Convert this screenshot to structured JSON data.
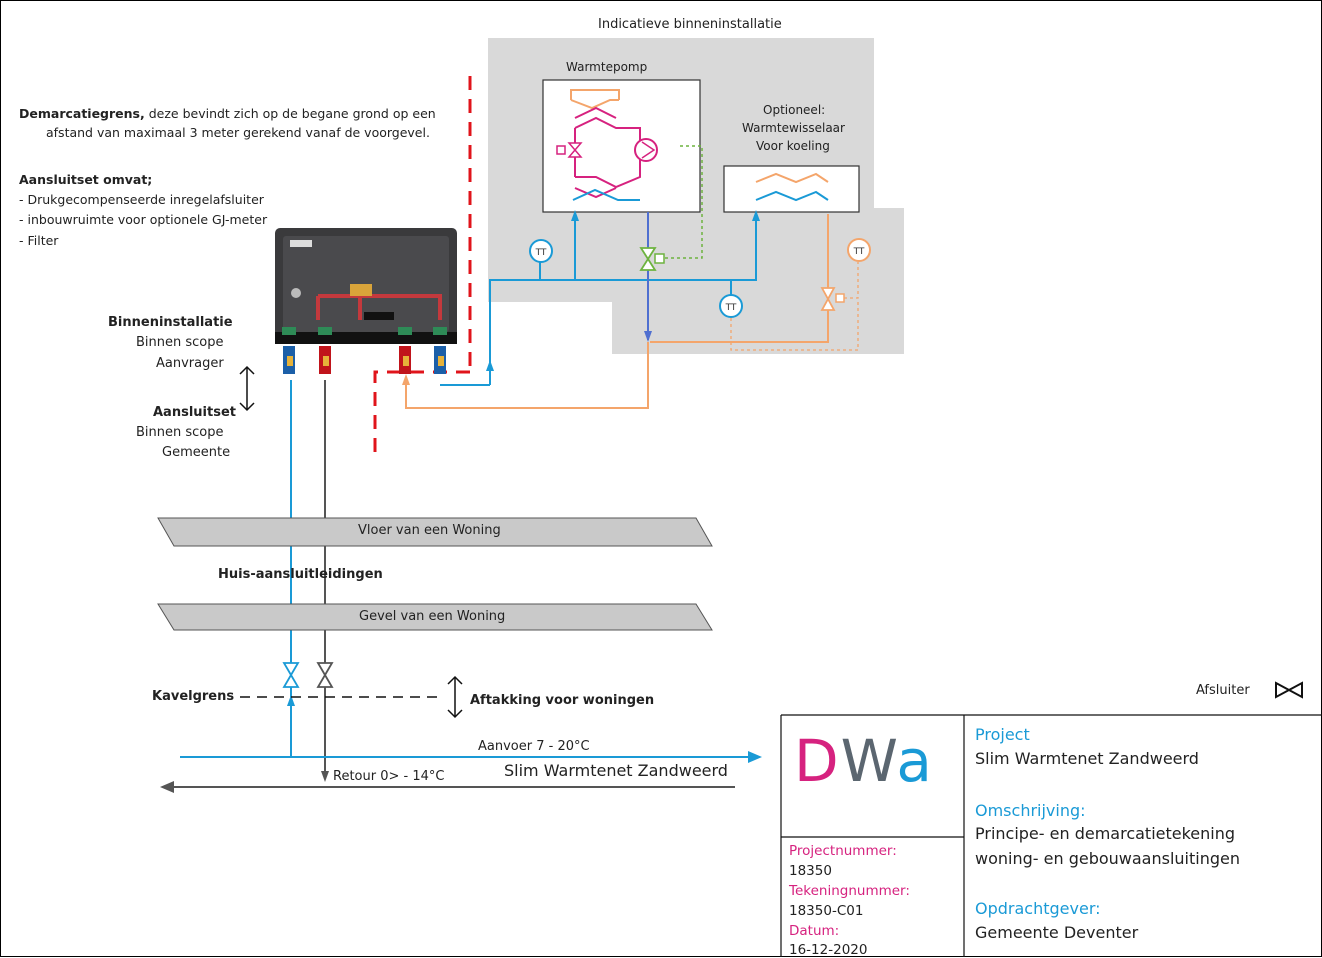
{
  "header": {
    "indicative": "Indicatieve binneninstallatie"
  },
  "components": {
    "heatpump": "Warmtepomp",
    "optional_line1": "Optioneel:",
    "optional_line2": "Warmtewisselaar",
    "optional_line3": "Voor koeling",
    "sensor": "TT"
  },
  "notes": {
    "demarc_bold": "Demarcatiegrens,",
    "demarc_rest": " deze bevindt zich op de begane grond op een",
    "demarc_line2": "afstand van maximaal 3 meter gerekend vanaf de voorgevel.",
    "set_title": "Aansluitset omvat;",
    "set_items": [
      "- Drukgecompenseerde inregelafsluiter",
      "- inbouwruimte voor optionele GJ-meter",
      "- Filter"
    ]
  },
  "scopes": {
    "inner_title": "Binneninstallatie",
    "inner_l2": "Binnen scope",
    "inner_l3": "Aanvrager",
    "set_title": "Aansluitset",
    "set_l2": "Binnen  scope",
    "set_l3": "Gemeente"
  },
  "labels": {
    "floor": "Vloer van een Woning",
    "house_lines": "Huis-aansluitleidingen",
    "facade": "Gevel van een Woning",
    "plot": "Kavelgrens",
    "branch": "Aftakking voor woningen",
    "supply": "Aanvoer 7 - 20°C",
    "return": "Retour 0> - 14°C",
    "network": "Slim Warmtenet Zandweerd"
  },
  "legend": {
    "valve": "Afsluiter"
  },
  "titleblock": {
    "logo": "DWa",
    "project_label": "Project",
    "project_value": "Slim Warmtenet Zandweerd",
    "desc_label": "Omschrijving:",
    "desc_line1": "Principe- en demarcatietekening",
    "desc_line2": "woning- en gebouwaansluitingen",
    "client_label": "Opdrachtgever:",
    "client_value": "Gemeente Deventer",
    "projnum_label": "Projectnummer:",
    "projnum_value": "18350",
    "drawnum_label": "Tekeningnummer:",
    "drawnum_value": "18350-C01",
    "date_label": "Datum:",
    "date_value": "16-12-2020"
  },
  "colors": {
    "blue": "#1a9ad6",
    "orange": "#f4a56b",
    "magenta": "#d6227f",
    "green": "#6db33f",
    "red": "#e0141b",
    "grey_panel": "#d9d9d9",
    "dwa_pink": "#d6227f",
    "dwa_grey": "#5b6670",
    "dwa_blue": "#1a9ad6"
  }
}
